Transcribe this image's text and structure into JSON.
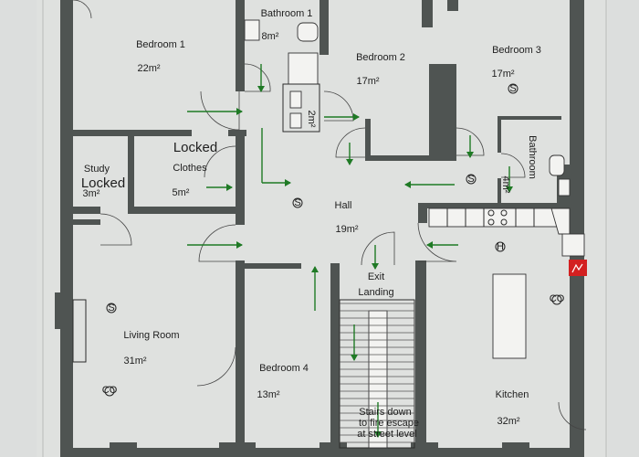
{
  "rooms": {
    "bedroom1": {
      "name": "Bedroom 1",
      "area": "22m²"
    },
    "bathroom1": {
      "name": "Bathroom 1",
      "area": "8m²"
    },
    "bedroom2": {
      "name": "Bedroom 2",
      "area": "17m²"
    },
    "bedroom3": {
      "name": "Bedroom 3",
      "area": "17m²"
    },
    "wc": {
      "area": "2m²"
    },
    "bathroom2": {
      "name": "Bathroom",
      "area": "4m²"
    },
    "clothes": {
      "tag": "Locked",
      "name": "Clothes",
      "area": "5m²"
    },
    "study": {
      "name": "Study",
      "tag": "Locked",
      "area": "3m²"
    },
    "hall": {
      "name": "Hall",
      "area": "19m²"
    },
    "living": {
      "name": "Living Room",
      "area": "31m²"
    },
    "bedroom4": {
      "name": "Bedroom 4",
      "area": "13m²"
    },
    "landing": {
      "exit": "Exit",
      "name": "Landing"
    },
    "kitchen": {
      "name": "Kitchen",
      "area": "32m²"
    }
  },
  "stairs_note": {
    "line1": "Stairs down",
    "line2": "to fire escape",
    "line3": "at street level"
  },
  "colors": {
    "wall": "#4f5452",
    "background": "#dcdedd",
    "arrow": "#1f7a25",
    "fire_sign": "#d32020"
  },
  "icons": [
    "smoke-detector-icon",
    "co-detector-icon",
    "heat-detector-icon",
    "fire-extinguisher-icon",
    "escape-arrow-icon"
  ]
}
